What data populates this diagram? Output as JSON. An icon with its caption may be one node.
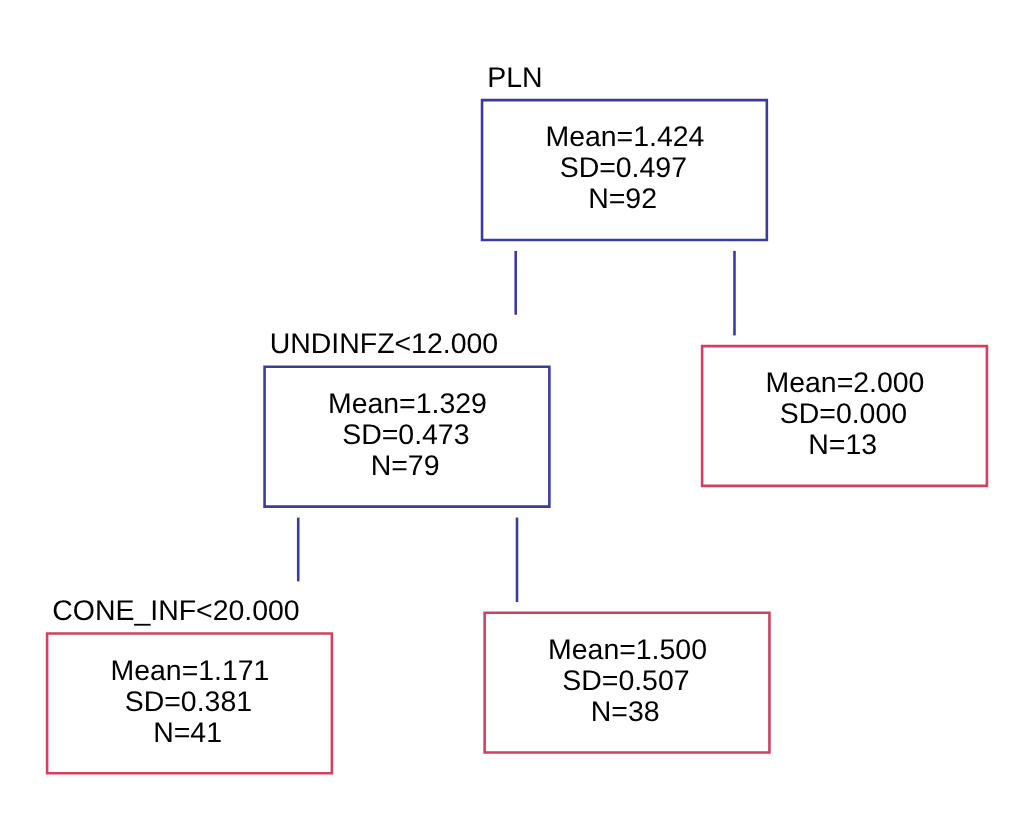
{
  "diagram": {
    "nodes": [
      {
        "text": [
          "PLN",
          "Mean=1.424",
          "SD=0.497",
          "N=92"
        ]
      },
      {
        "text": [
          "UNDINFZ<12.000",
          "Mean=1.329",
          "SD=0.473",
          "N=79"
        ]
      },
      {
        "text": [
          "Mean=2.000",
          "SD=0.000",
          "N=13"
        ]
      },
      {
        "text": [
          "CONE_INF<20.000",
          "Mean=1.171",
          "SD=0.381",
          "N=41"
        ]
      },
      {
        "text": [
          "Mean=1.500",
          "SD=0.507",
          "N=38"
        ]
      }
    ],
    "edges": [
      {
        "from": 0,
        "to": 1,
        "arrow": "none"
      },
      {
        "from": 0,
        "to": 2,
        "arrow": "none"
      },
      {
        "from": 1,
        "to": 3,
        "arrow": "none"
      },
      {
        "from": 1,
        "to": 4,
        "arrow": "none"
      }
    ]
  }
}
